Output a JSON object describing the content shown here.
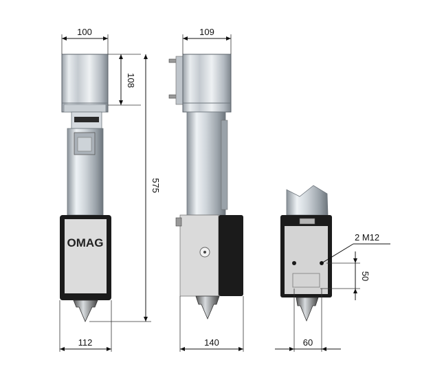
{
  "logo": {
    "text": "OMAG"
  },
  "dimensions": {
    "front_top_width": "100",
    "motor_height": "108",
    "total_height": "575",
    "front_base_width": "112",
    "side_top_width": "109",
    "side_base_width": "140",
    "thread_callout": "2 M12",
    "thread_spacing": "50",
    "bottom_base_width": "60"
  },
  "colors": {
    "metal_light": "#e9edf1",
    "metal_mid": "#b9c0c7",
    "metal_dark": "#6d757c",
    "housing_black": "#1b1b1b",
    "panel_grey": "#d9d9d9"
  }
}
